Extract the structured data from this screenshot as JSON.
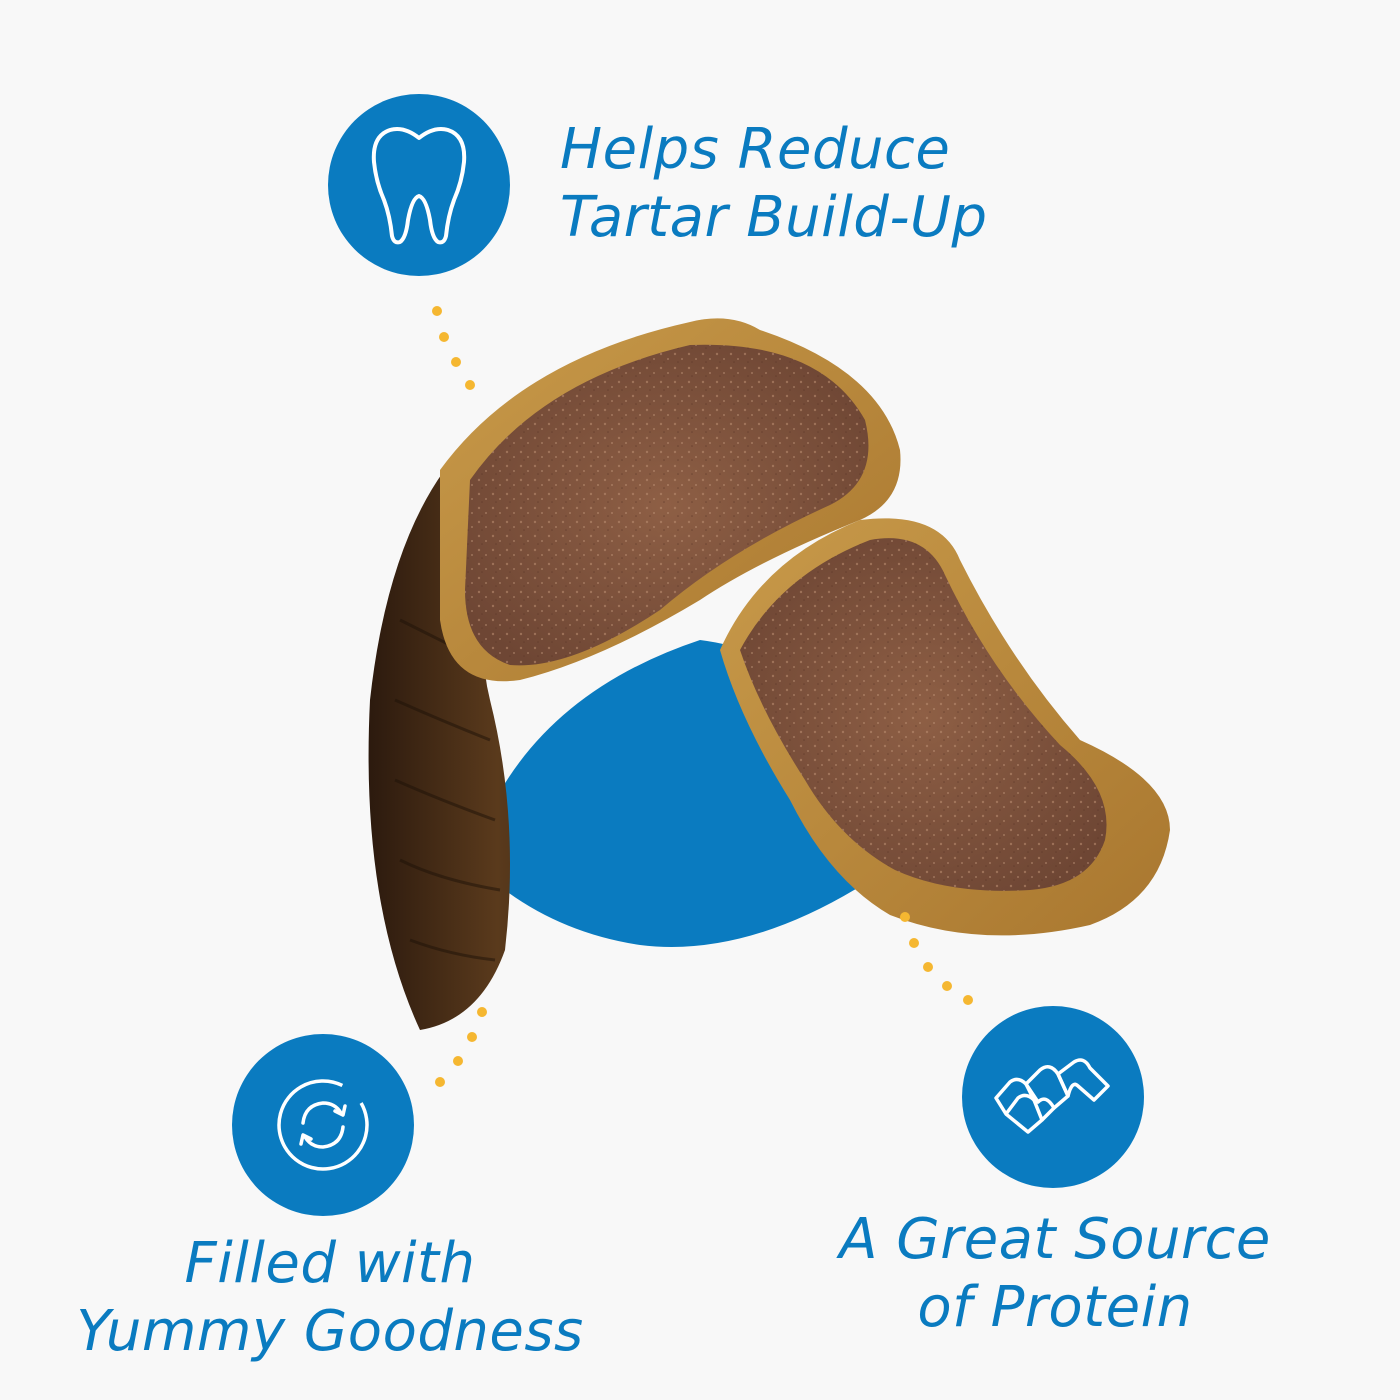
{
  "colors": {
    "accent_blue": "#0a7bc0",
    "dot_yellow": "#f5b731",
    "background": "#f8f8f8",
    "icon_stroke": "#ffffff"
  },
  "features": {
    "tartar": {
      "icon": "tooth-icon",
      "line1": "Helps Reduce",
      "line2": "Tartar Build-Up"
    },
    "filling": {
      "icon": "refresh-cycle-icon",
      "line1": "Filled with",
      "line2": "Yummy Goodness"
    },
    "protein": {
      "icon": "protein-strand-icon",
      "line1": "A Great Source",
      "line2": "of Protein"
    }
  }
}
